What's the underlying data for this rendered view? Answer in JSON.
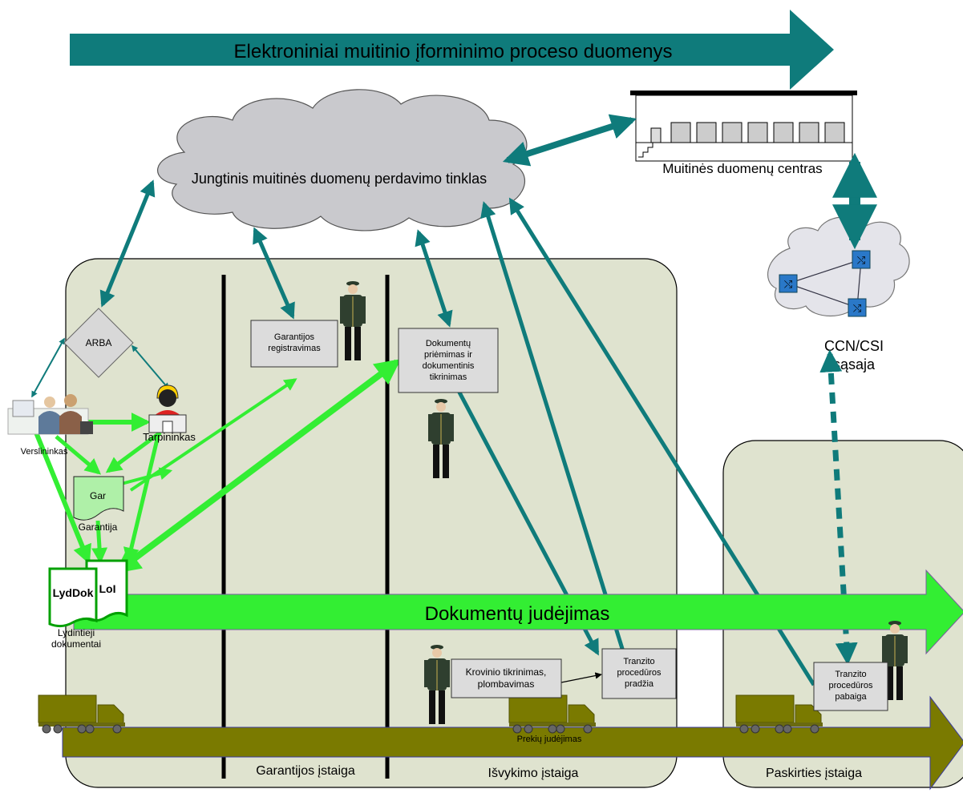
{
  "banner": {
    "text": "Elektroniniai muitinio įforminimo proceso duomenys",
    "color": "#0f7b7b"
  },
  "network": {
    "label": "Jungtinis muitinės duomenų perdavimo tinklas",
    "fill": "#c9c9cd"
  },
  "datacenter": {
    "label": "Muitinės duomenų centras"
  },
  "ccn": {
    "line1": "CCN/CSI",
    "line2": "sąsaja"
  },
  "arba": {
    "label": "ARBA"
  },
  "actors": {
    "business": "Verslininkas",
    "intermediary": "Tarpininkas"
  },
  "guarantee_doc": {
    "code": "Gar",
    "caption": "Garantija"
  },
  "accompanying_docs": {
    "code1": "LydDok",
    "code2": "LoI",
    "caption1": "Lydintieji",
    "caption2": "dokumentai"
  },
  "boxes": {
    "guarantee_reg": [
      "Garantijos",
      "registravimas"
    ],
    "doc_check": [
      "Dokumentų",
      "priėmimas ir",
      "dokumentinis",
      "tikrinimas"
    ],
    "cargo_check": [
      "Krovinio tikrinimas,",
      "plombavimas"
    ],
    "transit_start": [
      "Tranzito",
      "procedūros",
      "pradžia"
    ],
    "transit_end": [
      "Tranzito",
      "procedūros",
      "pabaiga"
    ]
  },
  "flows": {
    "documents": "Dokumentų judėjimas",
    "goods": "Prekių judėjimas"
  },
  "offices": {
    "guarantee": "Garantijos įstaiga",
    "departure": "Išvykimo įstaiga",
    "destination": "Paskirties įstaiga"
  },
  "colors": {
    "teal": "#0f7b7b",
    "green": "#33ee33",
    "olive": "#7a7a00",
    "zone": "#dfe3cf"
  }
}
